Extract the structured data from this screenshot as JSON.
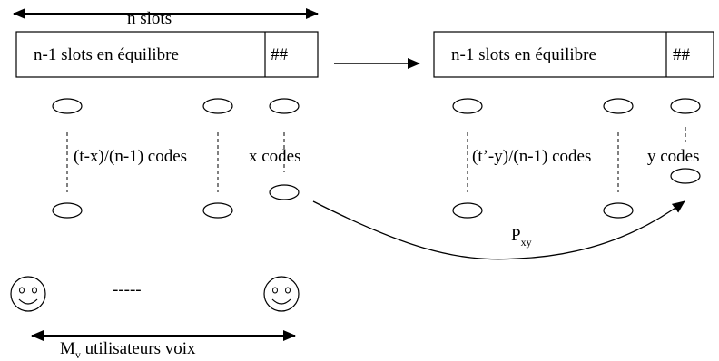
{
  "top_span_label": "n slots",
  "left_buffer": {
    "label": "n-1 slots en équilibre",
    "tail": "##"
  },
  "right_buffer": {
    "label": "n-1 slots en équilibre",
    "tail": "##"
  },
  "left_codes_label": "(t-x)/(n-1) codes",
  "left_x_codes_label": "x codes",
  "right_codes_label": "(t’-y)/(n-1) codes",
  "right_y_codes_label": "y codes",
  "transition": {
    "base": "P",
    "sub": "xy"
  },
  "users": {
    "gap_label": "-----",
    "base": "M",
    "sub": "v",
    "rest": " utilisateurs voix"
  }
}
